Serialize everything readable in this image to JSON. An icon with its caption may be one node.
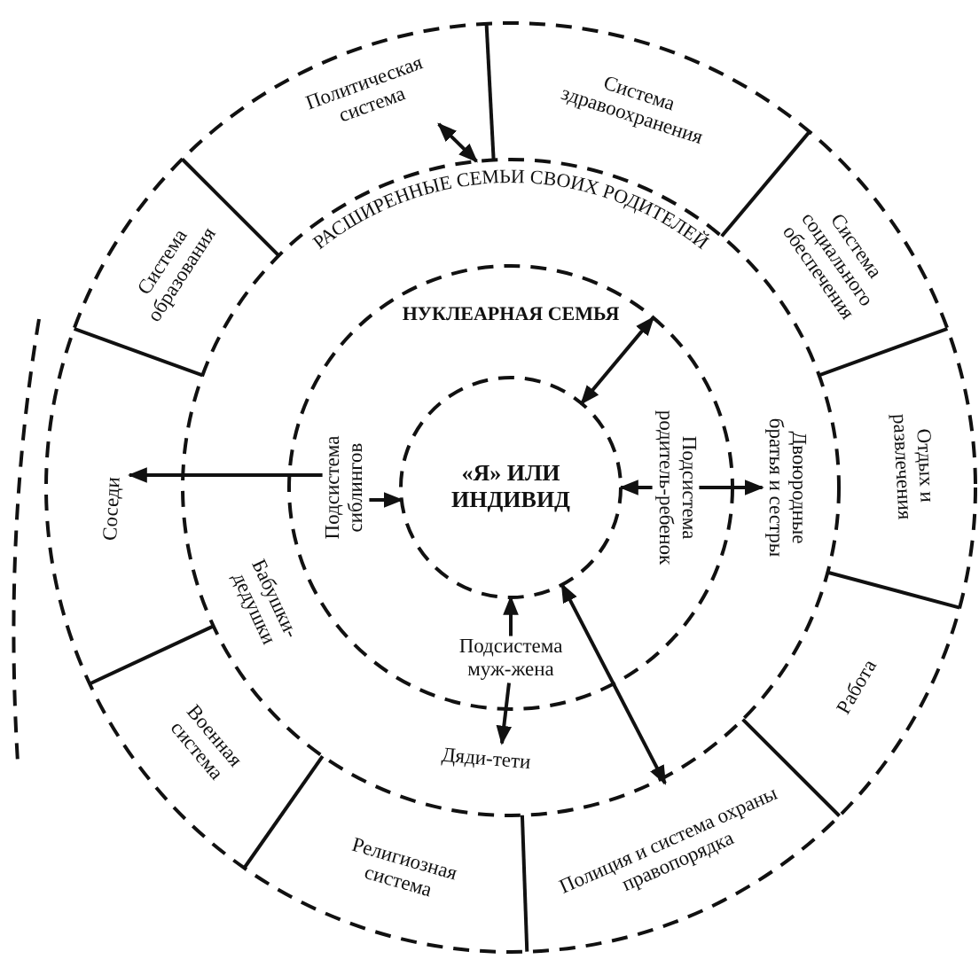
{
  "diagram": {
    "nodes": [
      {
        "text": [],
        "shape": "circle"
      },
      {
        "text": [
          "Политическая система"
        ],
        "in": 0
      },
      {
        "text": [
          "Система здравоохранения"
        ],
        "in": 0
      },
      {
        "text": [
          "Система социального обеспечения"
        ],
        "in": 0
      },
      {
        "text": [
          "Система образования"
        ],
        "in": 0
      },
      {
        "text": [
          "Отдых и развлечения"
        ],
        "in": 0
      },
      {
        "text": [
          "Соседи"
        ],
        "in": 0
      },
      {
        "text": [
          "Работа"
        ],
        "in": 0
      },
      {
        "text": [
          "Военная система"
        ],
        "in": 0
      },
      {
        "text": [
          "Религиозная система"
        ],
        "in": 0
      },
      {
        "text": [
          "Полиция и система охраны правопорядка"
        ],
        "in": 0
      },
      {
        "text": [
          "РАСШИРЕННЫЕ СЕМЬИ СВОИХ РОДИТЕЛЕЙ"
        ],
        "in": 0
      },
      {
        "text": [
          "Бабушки-дедушки"
        ],
        "in": 11
      },
      {
        "text": [
          "Двоюродные братья и сестры"
        ],
        "in": 11
      },
      {
        "text": [
          "Дяди-тети"
        ],
        "in": 11
      },
      {
        "text": [
          "НУКЛЕАРНАЯ СЕМЬЯ"
        ],
        "in": 11
      },
      {
        "text": [
          "Подсистема сиблингов"
        ],
        "in": 15
      },
      {
        "text": [
          "Подсистема родитель-ребенок"
        ],
        "in": 15
      },
      {
        "text": [
          "Подсистема муж-жена"
        ],
        "in": 15
      },
      {
        "text": [
          "«Я» ИЛИ ИНДИВИД"
        ],
        "in": 15
      }
    ],
    "edges": [
      {
        "from": 1,
        "to": 11,
        "arrow": "both"
      },
      {
        "from": 15,
        "to": 19,
        "arrow": "both"
      },
      {
        "from": 16,
        "to": 19,
        "arrow": "to"
      },
      {
        "from": 17,
        "to": 19,
        "arrow": "to"
      },
      {
        "from": 18,
        "to": 19,
        "arrow": "to"
      },
      {
        "from": 18,
        "to": 14,
        "arrow": "to"
      },
      {
        "from": 19,
        "to": 10,
        "arrow": "both"
      },
      {
        "from": 16,
        "to": 6,
        "arrow": "to"
      },
      {
        "from": 17,
        "to": 13,
        "arrow": "to"
      }
    ]
  }
}
